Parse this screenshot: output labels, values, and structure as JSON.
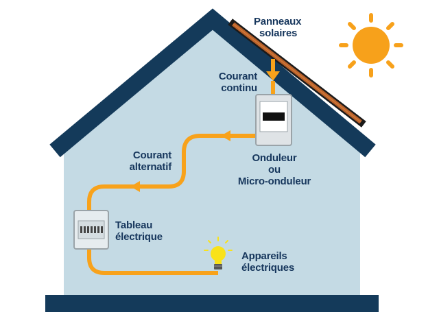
{
  "colors": {
    "wall": "#c4dae4",
    "roof": "#143a5a",
    "ground": "#143a5a",
    "wire": "#f8a21b",
    "sun": "#f7a11b",
    "label_text": "#16365c",
    "bulb": "#f9e21a"
  },
  "labels": {
    "solar_panels": [
      "Panneaux",
      "solaires"
    ],
    "direct_current": [
      "Courant",
      "continu"
    ],
    "inverter": [
      "Onduleur",
      "ou",
      "Micro-onduleur"
    ],
    "alternating_current": [
      "Courant",
      "alternatif"
    ],
    "electrical_panel": [
      "Tableau",
      "électrique"
    ],
    "appliances": [
      "Appareils",
      "électriques"
    ]
  },
  "icons": {
    "sun": "sun-icon",
    "solar_panel": "solar-panel-icon",
    "inverter": "inverter-icon",
    "electrical_panel": "electrical-panel-icon",
    "bulb": "light-bulb-icon",
    "flow_arrow": "arrow-icon"
  }
}
